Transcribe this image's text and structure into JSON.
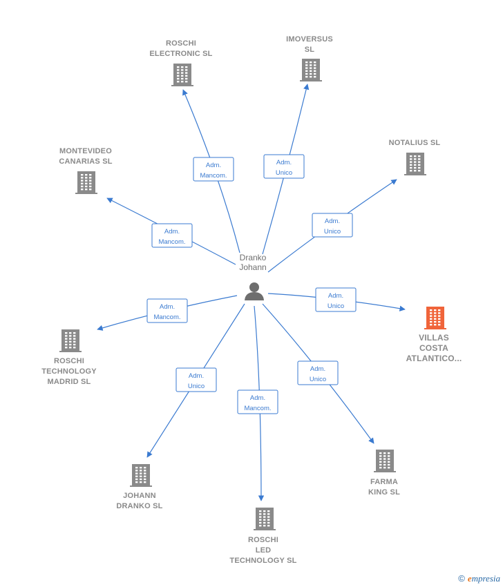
{
  "center": {
    "label_lines": [
      "Dranko",
      "Johann"
    ],
    "icon": "person-icon"
  },
  "nodes": [
    {
      "id": "roschi-electronic",
      "lines": [
        "ROSCHI",
        "ELECTRONIC SL"
      ],
      "role_lines": [
        "Adm.",
        "Mancom."
      ],
      "highlight": false
    },
    {
      "id": "imoversus",
      "lines": [
        "IMOVERSUS",
        "SL"
      ],
      "role_lines": [
        "Adm.",
        "Unico"
      ],
      "highlight": false
    },
    {
      "id": "notalius",
      "lines": [
        "NOTALIUS  SL"
      ],
      "role_lines": [
        "Adm.",
        "Unico"
      ],
      "highlight": false
    },
    {
      "id": "montevideo",
      "lines": [
        "MONTEVIDEO",
        "CANARIAS SL"
      ],
      "role_lines": [
        "Adm.",
        "Mancom."
      ],
      "highlight": false
    },
    {
      "id": "villas",
      "lines": [
        "VILLAS",
        "COSTA",
        "ATLANTICO..."
      ],
      "role_lines": [
        "Adm.",
        "Unico"
      ],
      "highlight": true
    },
    {
      "id": "roschi-technology",
      "lines": [
        "ROSCHI",
        "TECHNOLOGY",
        "MADRID SL"
      ],
      "role_lines": [
        "Adm.",
        "Mancom."
      ],
      "highlight": false
    },
    {
      "id": "johann-dranko",
      "lines": [
        "JOHANN",
        "DRANKO SL"
      ],
      "role_lines": [
        "Adm.",
        "Unico"
      ],
      "highlight": false
    },
    {
      "id": "roschi-led",
      "lines": [
        "ROSCHI",
        "LED",
        "TECHNOLOGY SL"
      ],
      "role_lines": [
        "Adm.",
        "Mancom."
      ],
      "highlight": false
    },
    {
      "id": "farma-king",
      "lines": [
        "FARMA",
        "KING  SL"
      ],
      "role_lines": [
        "Adm.",
        "Unico"
      ],
      "highlight": false
    }
  ],
  "colors": {
    "edge": "#3a7ad0",
    "building": "#8a8a8a",
    "building_highlight": "#f0643a",
    "person": "#6e6e6e"
  },
  "footer": {
    "copyright_symbol": "©",
    "brand_initial": "e",
    "brand_rest": "mpresia"
  }
}
